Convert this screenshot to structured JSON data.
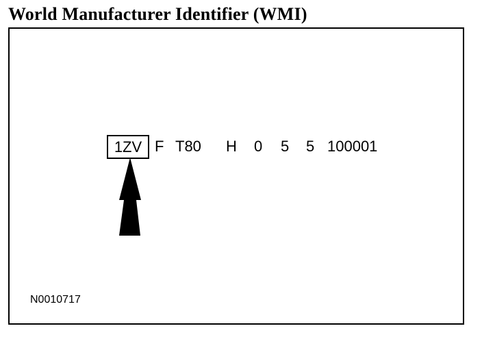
{
  "title": "World Manufacturer Identifier (WMI)",
  "vin": {
    "wmi": "1ZV",
    "segments": [
      "F",
      "T80",
      "H",
      "0",
      "5",
      "5",
      "100001"
    ]
  },
  "icons": {
    "pointer": "up-arrow-icon"
  },
  "reference_code": "N0010717"
}
